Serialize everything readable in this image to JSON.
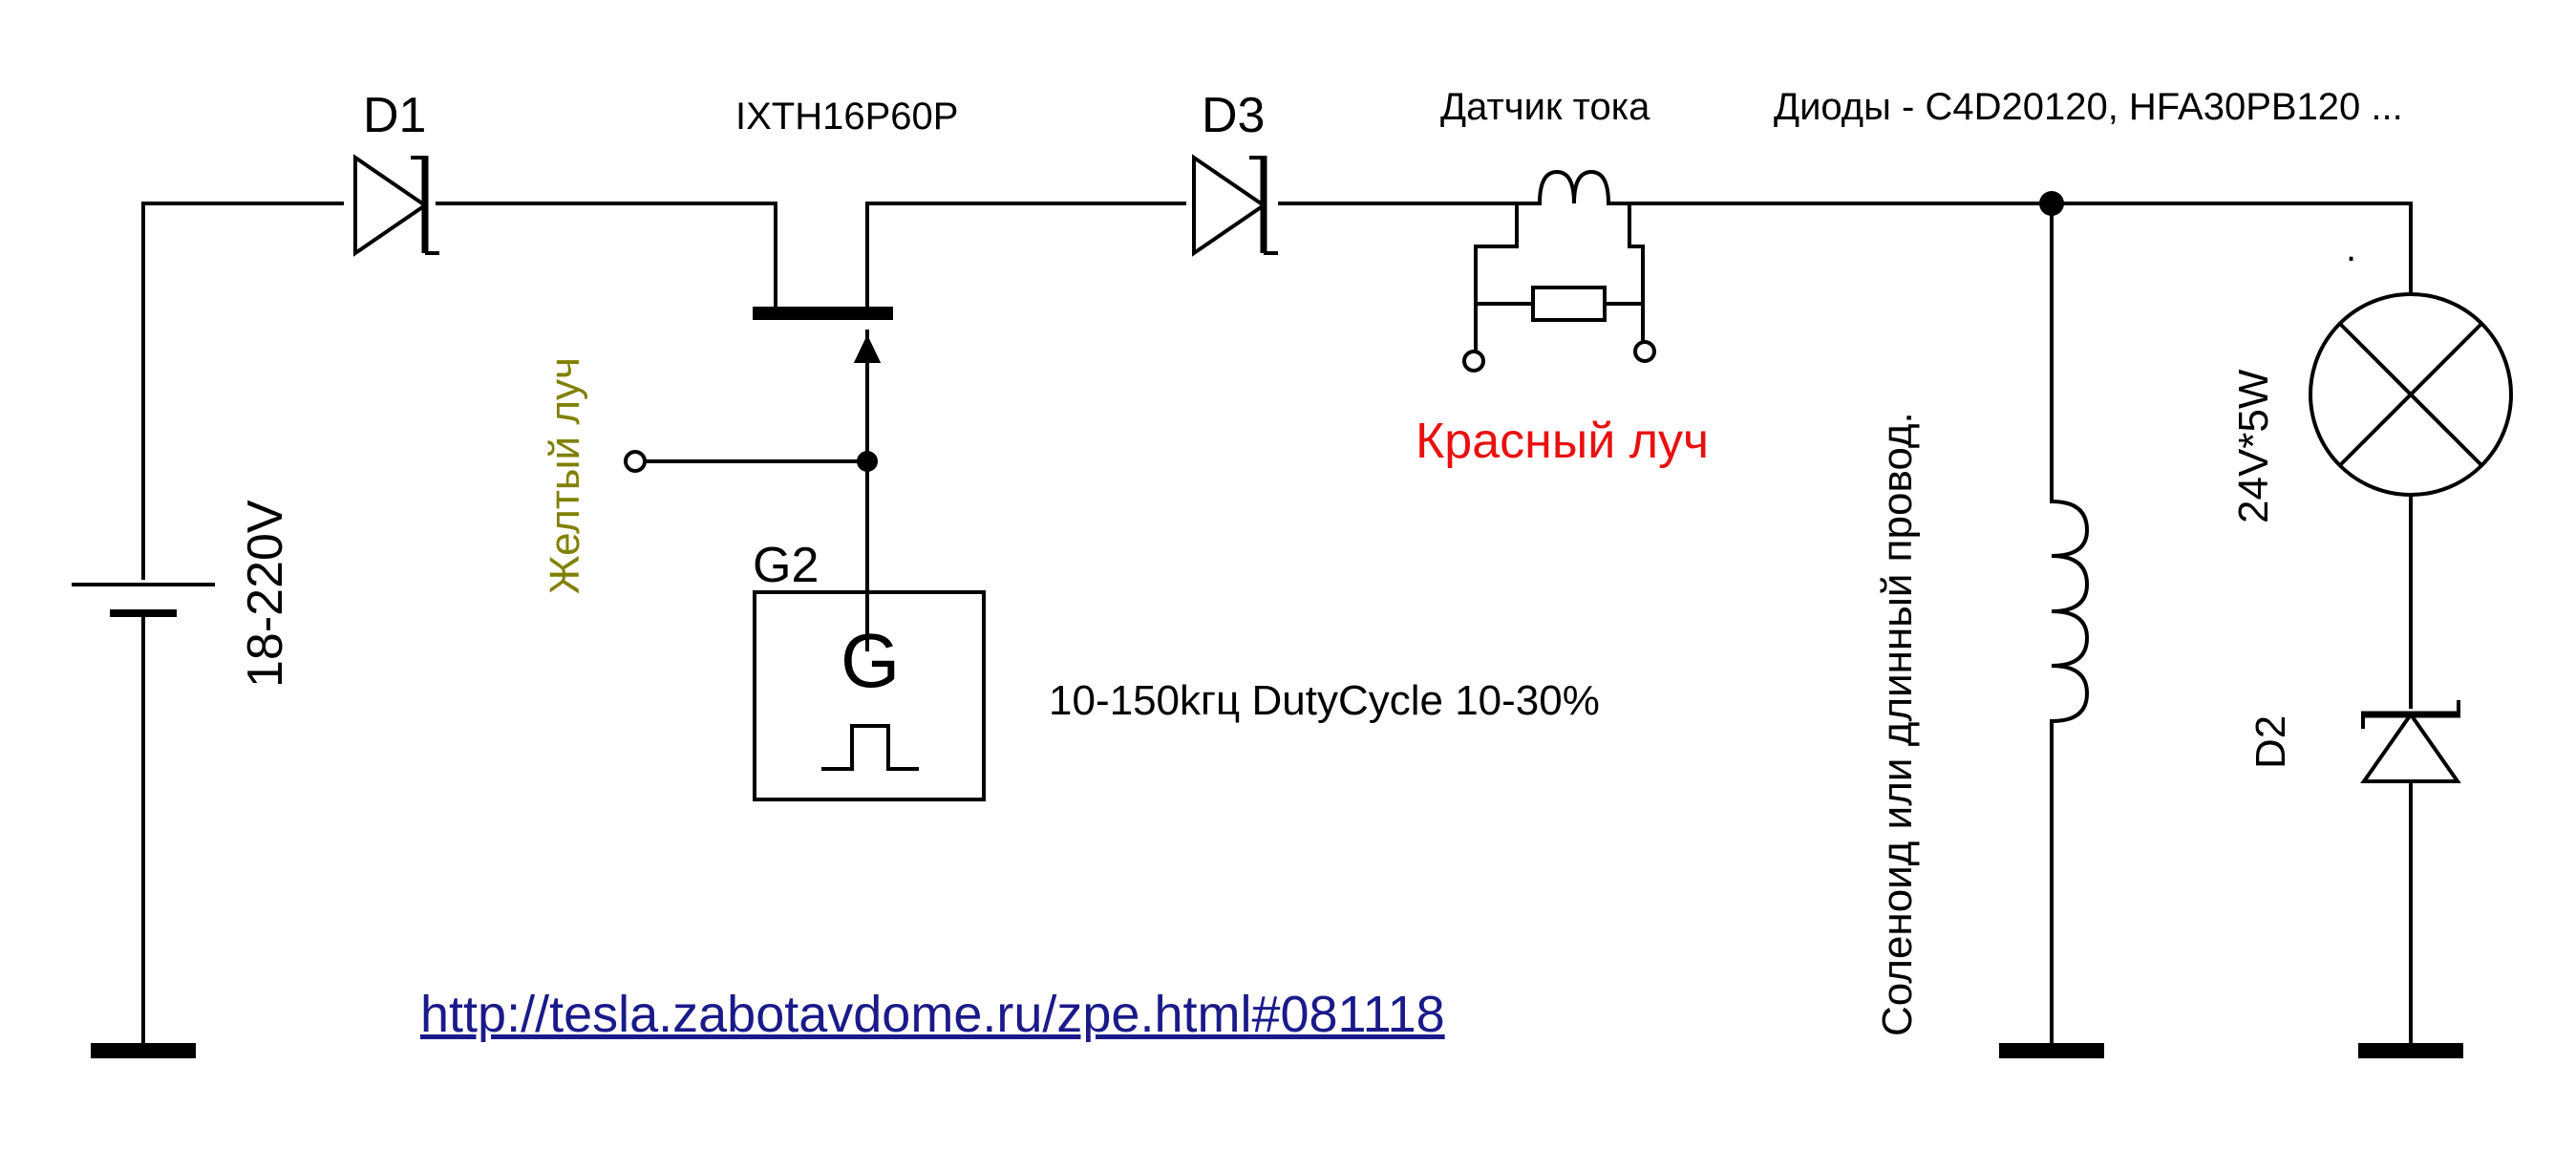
{
  "labels": {
    "d1": "D1",
    "mosfet": "IXTH16P60P",
    "d3": "D3",
    "current_sensor": "Датчик тока",
    "diodes_note": "Диоды  - C4D20120, HFA30PB120 ...",
    "yellow_beam": "Желтый луч",
    "red_beam": "Красный луч",
    "supply_voltage": "18-220V",
    "generator_ref": "G2",
    "generator_symbol": "G",
    "generator_params": "10-150kгц DutyCycle 10-30%",
    "solenoid": "Соленоид или длинный провод.",
    "lamp": "24V*5W",
    "d2": "D2",
    "dot": ".",
    "url": "http://tesla.zabotavdome.ru/zpe.html#081118"
  },
  "colors": {
    "wire": "#000000",
    "yellow_beam": "#808000",
    "red_beam": "#e81010",
    "link": "#1a1a8a",
    "background": "#ffffff"
  }
}
